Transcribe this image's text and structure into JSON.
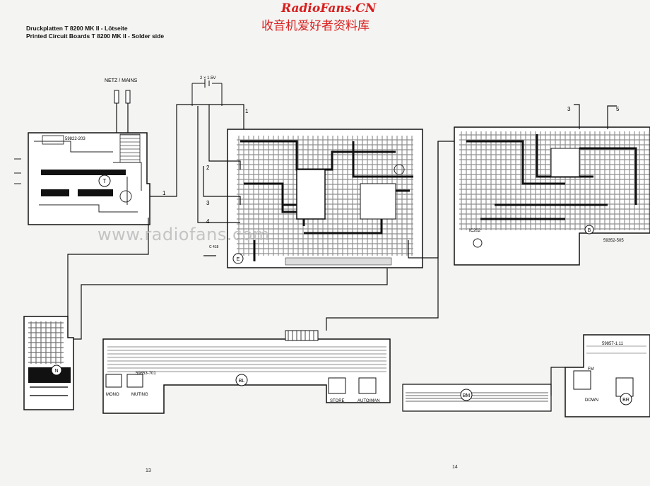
{
  "header": {
    "title_de": "Druckplatten T 8200 MK II - Lötseite",
    "title_en": "Printed Circuit Boards T 8200 MK II - Solder side"
  },
  "watermark": {
    "brand": "RadioFans.CN",
    "brand_cn": "收音机爱好者资料库",
    "url": "www.radiofans.com",
    "color": "#d81e1e"
  },
  "labels": {
    "mains": "NETZ / MAINS",
    "battery": "2 × 1.5V",
    "capacitor": "C 418",
    "conn_1": "1",
    "conn_1b": "1",
    "conn_2": "2",
    "conn_3": "3",
    "conn_3b": "3",
    "conn_4": "4",
    "conn_5": "5",
    "mono": "MONO",
    "muting": "MUTING",
    "store": "STORE",
    "automan": "AUTO/MAN",
    "fm": "FM",
    "down": "DOWN",
    "transformer_part": "59822-203",
    "tuner_part": "59352-505",
    "bl_part": "59853-701",
    "br_part": "59857-1.11",
    "ic": "IC202"
  },
  "boards": {
    "T": "T",
    "E": "E",
    "B": "B",
    "N": "N",
    "BL": "BL",
    "BM": "BM",
    "BR": "BR"
  },
  "page_numbers": {
    "left": "13",
    "right": "14"
  }
}
